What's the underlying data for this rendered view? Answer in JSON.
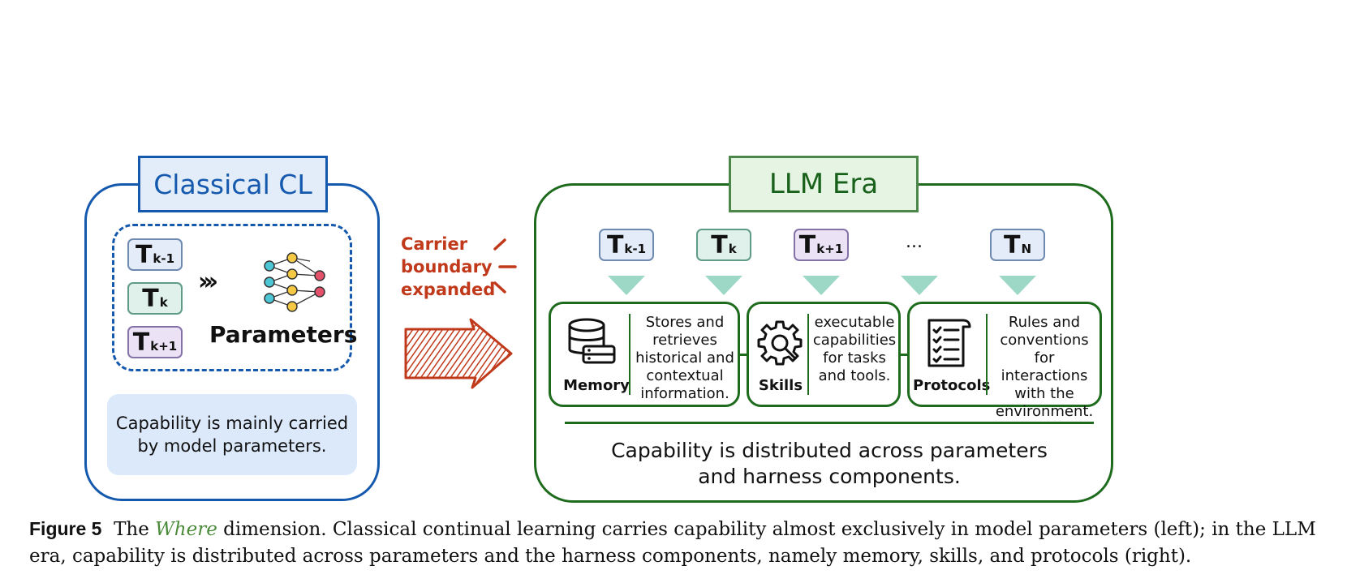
{
  "classical": {
    "title": "Classical CL",
    "tasks": [
      {
        "main": "T",
        "sub": "k-1"
      },
      {
        "main": "T",
        "sub": "k"
      },
      {
        "main": "T",
        "sub": "k+1"
      }
    ],
    "chevrons": "›››",
    "params_label": "Parameters",
    "caption_line1": "Capability is mainly carried",
    "caption_line2": "by model parameters."
  },
  "carrier": {
    "line1": "Carrier",
    "line2": "boundary",
    "line3": "expanded"
  },
  "llm": {
    "title": "LLM Era",
    "tasks": [
      {
        "main": "T",
        "sub": "k-1"
      },
      {
        "main": "T",
        "sub": "k"
      },
      {
        "main": "T",
        "sub": "k+1"
      },
      {
        "main": "T",
        "sub": "N"
      }
    ],
    "ellipsis": "...",
    "components": [
      {
        "name": "Memory",
        "desc": [
          "Stores and",
          "retrieves",
          "historical and",
          "contextual",
          "information."
        ]
      },
      {
        "name": "Skills",
        "desc": [
          "executable",
          "capabilities",
          "for tasks",
          "and tools."
        ]
      },
      {
        "name": "Protocols",
        "desc": [
          "Rules and",
          "conventions for",
          "interactions",
          "with the",
          "environment."
        ]
      }
    ],
    "caption_line1": "Capability is distributed across parameters",
    "caption_line2": "and harness components."
  },
  "figure": {
    "label": "Figure 5",
    "text_before": "The",
    "emph": "Where",
    "text_after": "dimension.  Classical continual learning carries capability almost exclusively in model parameters (left); in the LLM era, capability is distributed across parameters and the harness components, namely memory, skills, and protocols (right)."
  },
  "colors": {
    "classical_blue": "#1459ad",
    "llm_green": "#1e6b1e",
    "carrier_red": "#c0391b",
    "triangle_teal": "#9dd7c6",
    "where_green": "#4b8b3b"
  }
}
